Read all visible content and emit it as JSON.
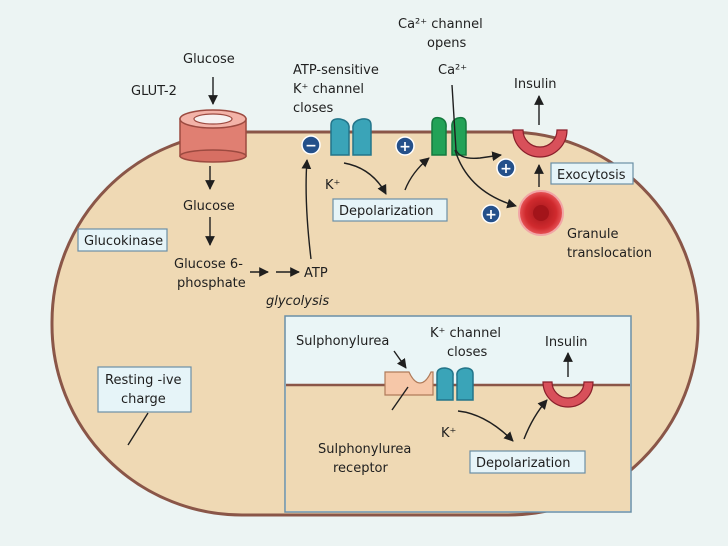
{
  "cell": {
    "glucose_top": "Glucose",
    "transporter": "GLUT-2",
    "glucose_inner": "Glucose",
    "enzyme": "Glucokinase",
    "g6p_line1": "Glucose 6-",
    "g6p_line2": "phosphate",
    "atp": "ATP",
    "glycolysis": "glycolysis",
    "katp_line1": "ATP-sensitive",
    "katp_line2": "K⁺ channel",
    "katp_line3": "closes",
    "ca_line1": "Ca²⁺ channel",
    "ca_line2": "opens",
    "ca_ion": "Ca²⁺",
    "insulin": "Insulin",
    "k_ion": "K⁺",
    "depolarization": "Depolarization",
    "exocytosis": "Exocytosis",
    "granule_line1": "Granule",
    "granule_line2": "translocation",
    "resting_line1": "Resting -ive",
    "resting_line2": "charge"
  },
  "inset": {
    "sulfonylurea": "Sulphonylurea",
    "kchannel_line1": "K⁺ channel",
    "kchannel_line2": "closes",
    "insulin": "Insulin",
    "k_ion": "K⁺",
    "receptor_line1": "Sulphonylurea",
    "receptor_line2": "receptor",
    "depolarization": "Depolarization"
  },
  "signs": {
    "minus": "−",
    "plus": "+"
  },
  "colors": {
    "page_background": "#ecf4f3",
    "cell_fill": "#efd9b4",
    "membrane": "#8a5648",
    "channel_teal": "#3aa4b8",
    "channel_green": "#22a257",
    "granule_red": "#c8252a",
    "sign_circle": "#24508a",
    "label_box": "#e6f4f8"
  }
}
